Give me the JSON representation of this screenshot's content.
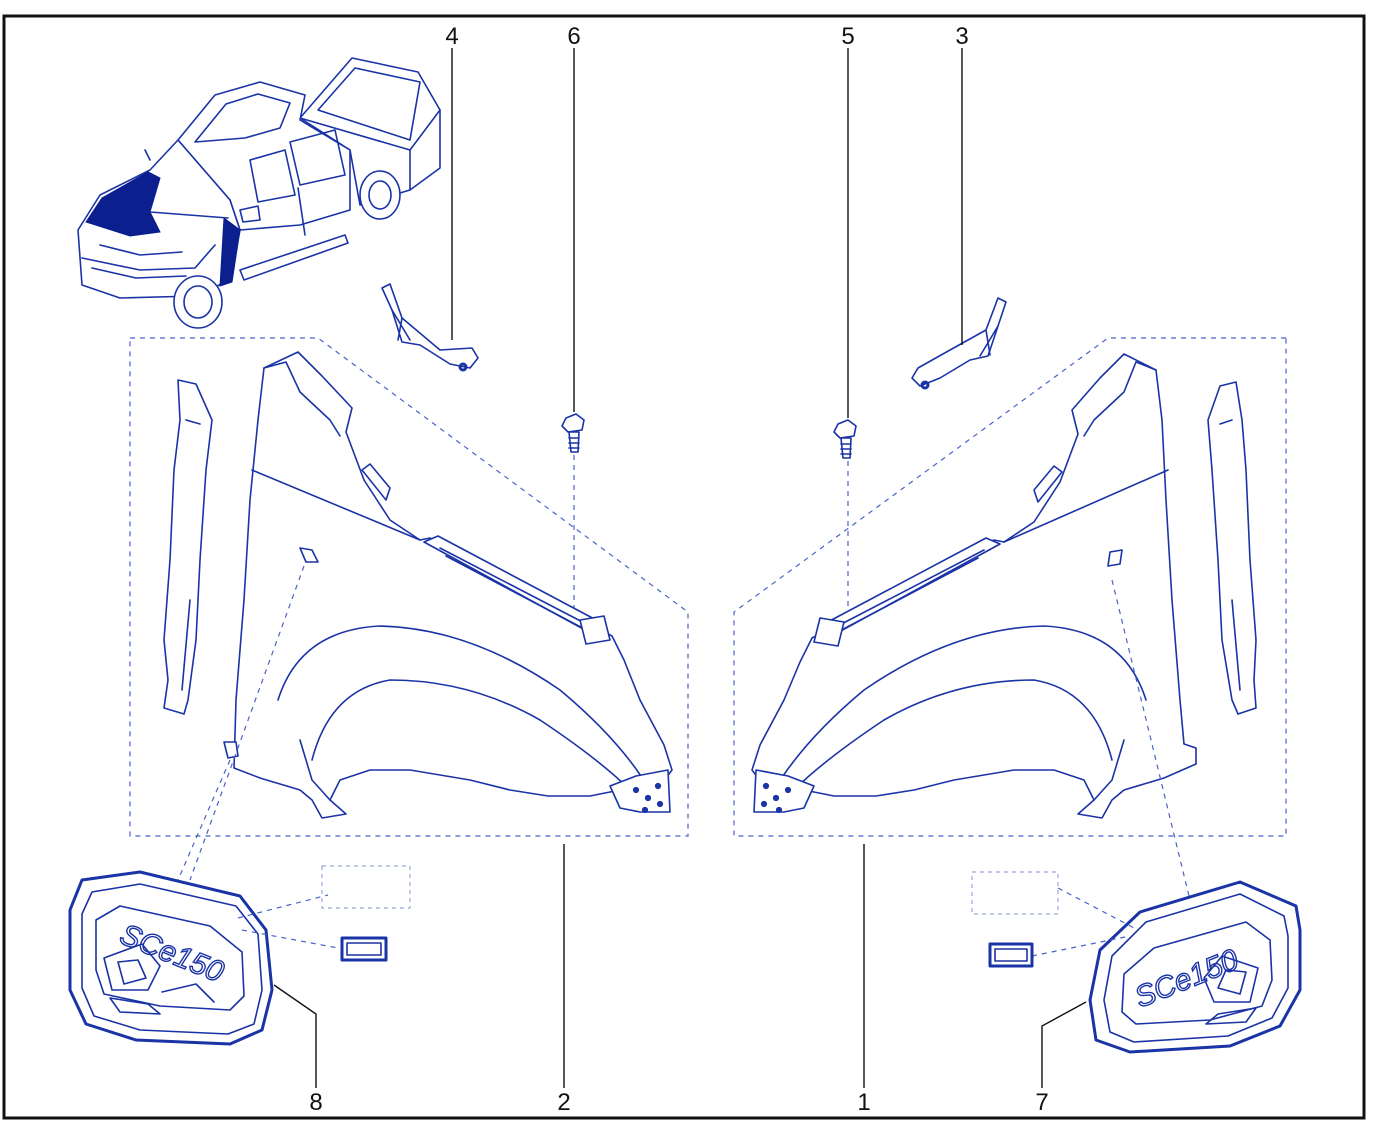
{
  "diagram": {
    "colors": {
      "line": "#1a33a6",
      "accent": "#0b1f8f",
      "frame": "#111111"
    },
    "callouts": [
      {
        "id": "c1",
        "label": "1"
      },
      {
        "id": "c2",
        "label": "2"
      },
      {
        "id": "c3",
        "label": "3"
      },
      {
        "id": "c4",
        "label": "4"
      },
      {
        "id": "c5",
        "label": "5"
      },
      {
        "id": "c6",
        "label": "6"
      },
      {
        "id": "c7",
        "label": "7"
      },
      {
        "id": "c8",
        "label": "8"
      }
    ],
    "badge_text": "SCe150"
  }
}
